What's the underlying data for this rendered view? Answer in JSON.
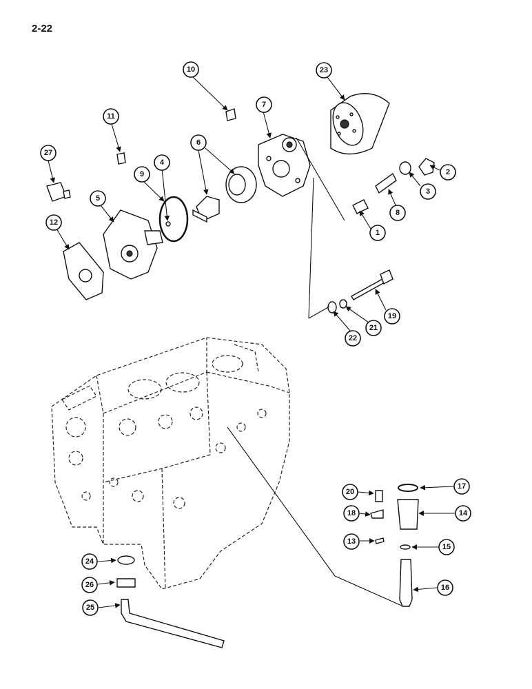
{
  "page": {
    "number": "2-22"
  },
  "callouts": [
    "1",
    "2",
    "3",
    "4",
    "5",
    "6",
    "7",
    "8",
    "9",
    "10",
    "11",
    "12",
    "13",
    "14",
    "15",
    "16",
    "17",
    "18",
    "19",
    "20",
    "21",
    "22",
    "23",
    "24",
    "25",
    "26",
    "27"
  ]
}
